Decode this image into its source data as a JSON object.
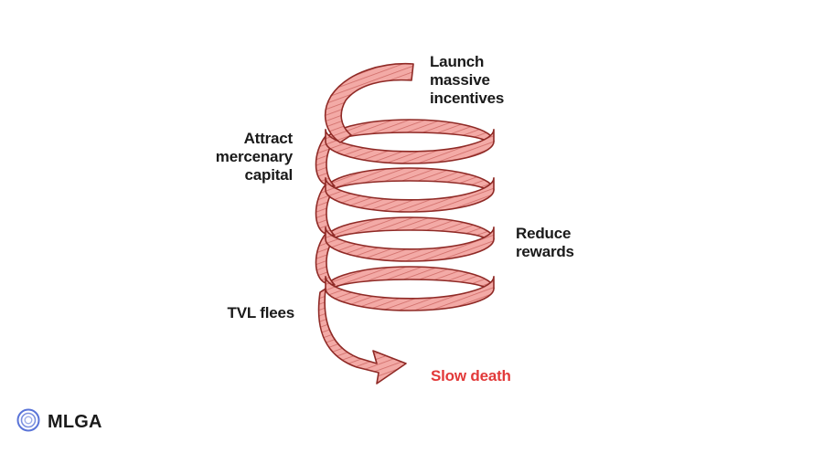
{
  "diagram": {
    "steps": [
      {
        "id": "launch",
        "lines": [
          "Launch",
          "massive",
          "incentives"
        ]
      },
      {
        "id": "attract",
        "lines": [
          "Attract",
          "mercenary",
          "capital"
        ]
      },
      {
        "id": "reduce",
        "lines": [
          "Reduce",
          "rewards"
        ]
      },
      {
        "id": "flee",
        "lines": [
          "TVL flees"
        ]
      },
      {
        "id": "death",
        "lines": [
          "Slow death"
        ]
      }
    ]
  },
  "colors": {
    "ribbon_fill": "#f3aaa6",
    "ribbon_hatch": "#c0504c",
    "ribbon_outline": "#8f2a26",
    "accent_red": "#e23a3a",
    "brand_blue": "#5a74d8"
  },
  "brand": {
    "name": "MLGA",
    "icon": "concentric-circles-icon"
  }
}
